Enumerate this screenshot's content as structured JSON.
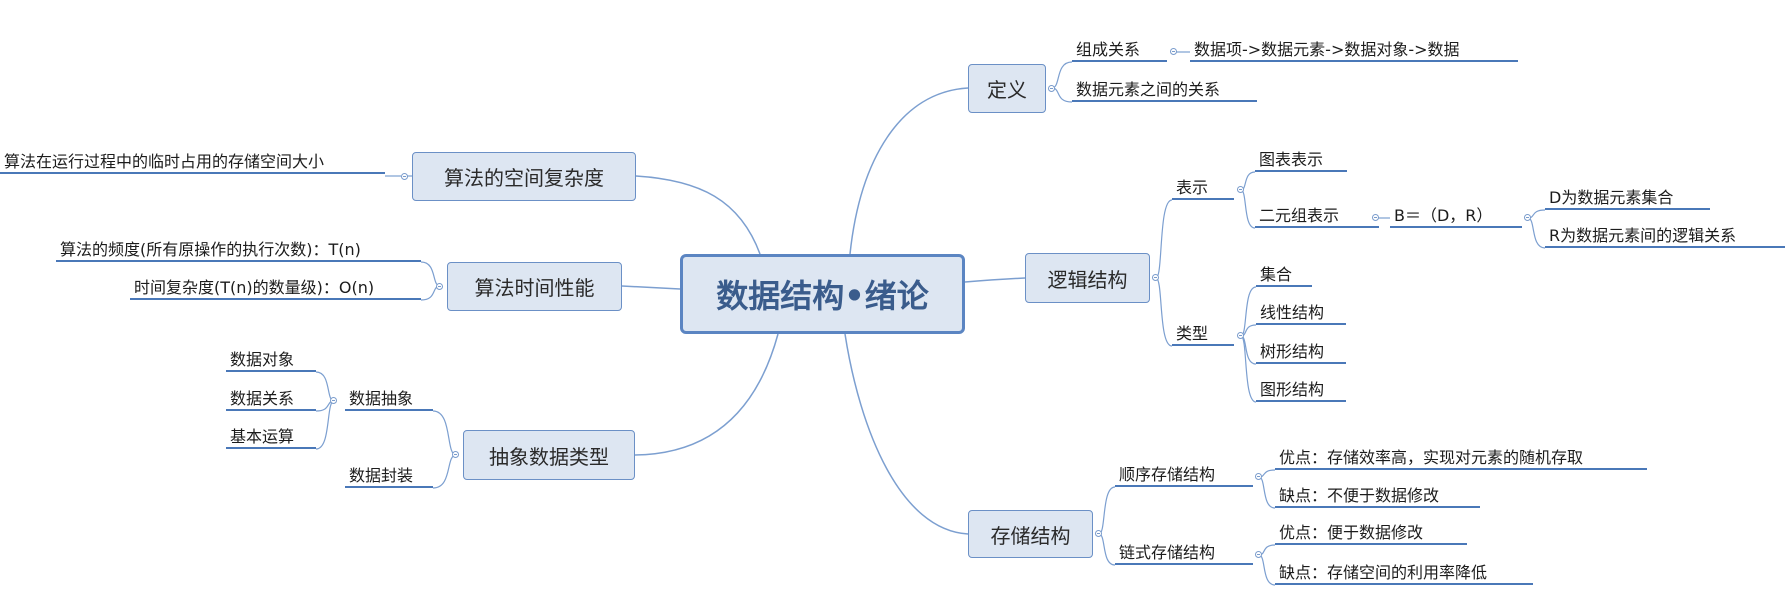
{
  "root": "数据结构•绪论",
  "right": {
    "definition": {
      "label": "定义",
      "composition": {
        "label": "组成关系",
        "value": "数据项->数据元素->数据对象->数据"
      },
      "relation": "数据元素之间的关系"
    },
    "logical": {
      "label": "逻辑结构",
      "representation": {
        "label": "表示",
        "graph": "图表表示",
        "tuple": {
          "label": "二元组表示",
          "formula": "B＝（D，R）",
          "d": "D为数据元素集合",
          "r": "R为数据元素间的逻辑关系"
        }
      },
      "types": {
        "label": "类型",
        "items": [
          "集合",
          "线性结构",
          "树形结构",
          "图形结构"
        ]
      }
    },
    "storage": {
      "label": "存储结构",
      "sequential": {
        "label": "顺序存储结构",
        "pro": "优点：存储效率高，实现对元素的随机存取",
        "con": "缺点：不便于数据修改"
      },
      "linked": {
        "label": "链式存储结构",
        "pro": "优点：便于数据修改",
        "con": "缺点：存储空间的利用率降低"
      }
    }
  },
  "left": {
    "space": {
      "label": "算法的空间复杂度",
      "detail": "算法在运行过程中的临时占用的存储空间大小"
    },
    "time": {
      "label": "算法时间性能",
      "frequency": "算法的频度(所有原操作的执行次数)：T(n)",
      "complexity": "时间复杂度(T(n)的数量级)：O(n)"
    },
    "adt": {
      "label": "抽象数据类型",
      "abstraction": {
        "label": "数据抽象",
        "items": [
          "数据对象",
          "数据关系",
          "基本运算"
        ]
      },
      "encapsulation": "数据封装"
    }
  },
  "colors": {
    "line": "#7c9fd0",
    "underline": "#4a78b8",
    "node_fill": "#dde6f2",
    "node_border": "#6b90c6",
    "root_text": "#3a5c8c"
  }
}
